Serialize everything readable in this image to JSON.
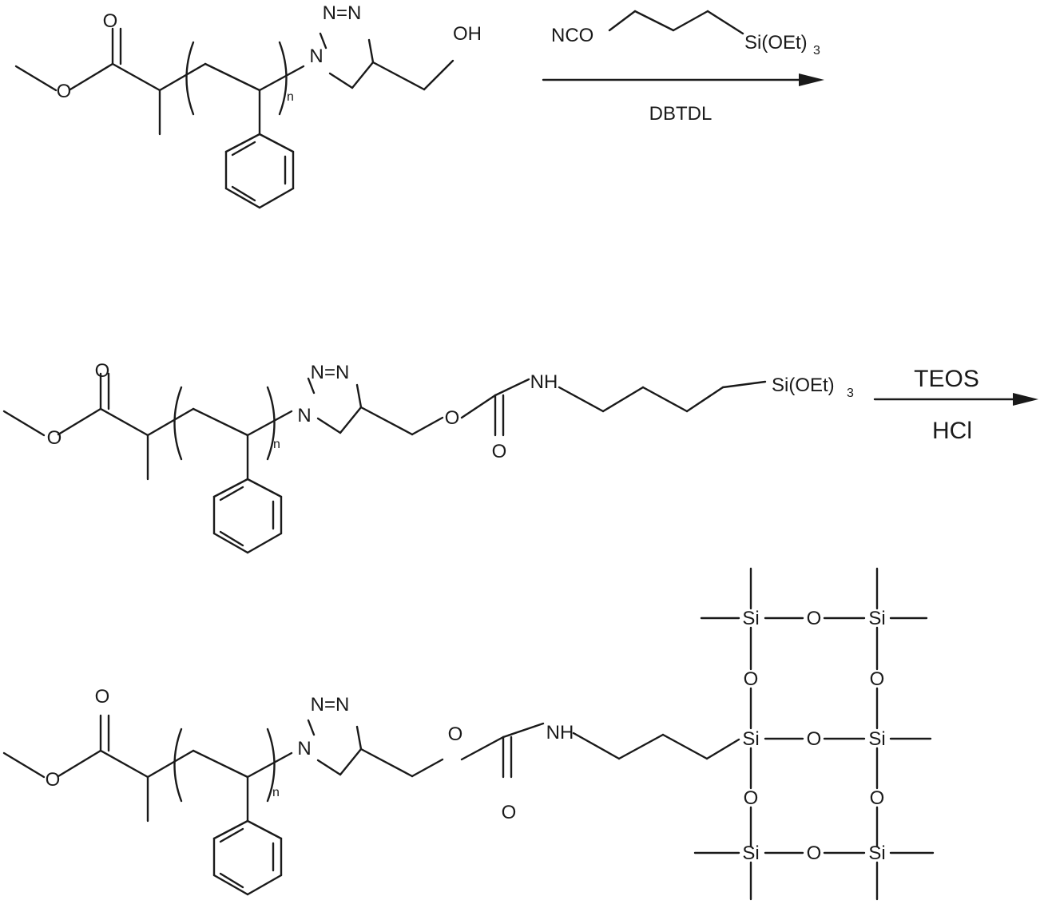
{
  "atoms": {
    "O": "O",
    "OH": "OH",
    "N": "N",
    "N_eq_N": "N=N",
    "NH": "NH",
    "NCO": "NCO",
    "Si": "Si",
    "SiOEt": "Si(OEt)",
    "sub3": "3",
    "n": "n"
  },
  "step1": {
    "reagent_above": "NCO",
    "reagent_label": "Si(OEt)",
    "reagent_sub": "3",
    "catalyst": "DBTDL"
  },
  "step2": {
    "reagent_above": "TEOS",
    "reagent_below": "HCl"
  }
}
